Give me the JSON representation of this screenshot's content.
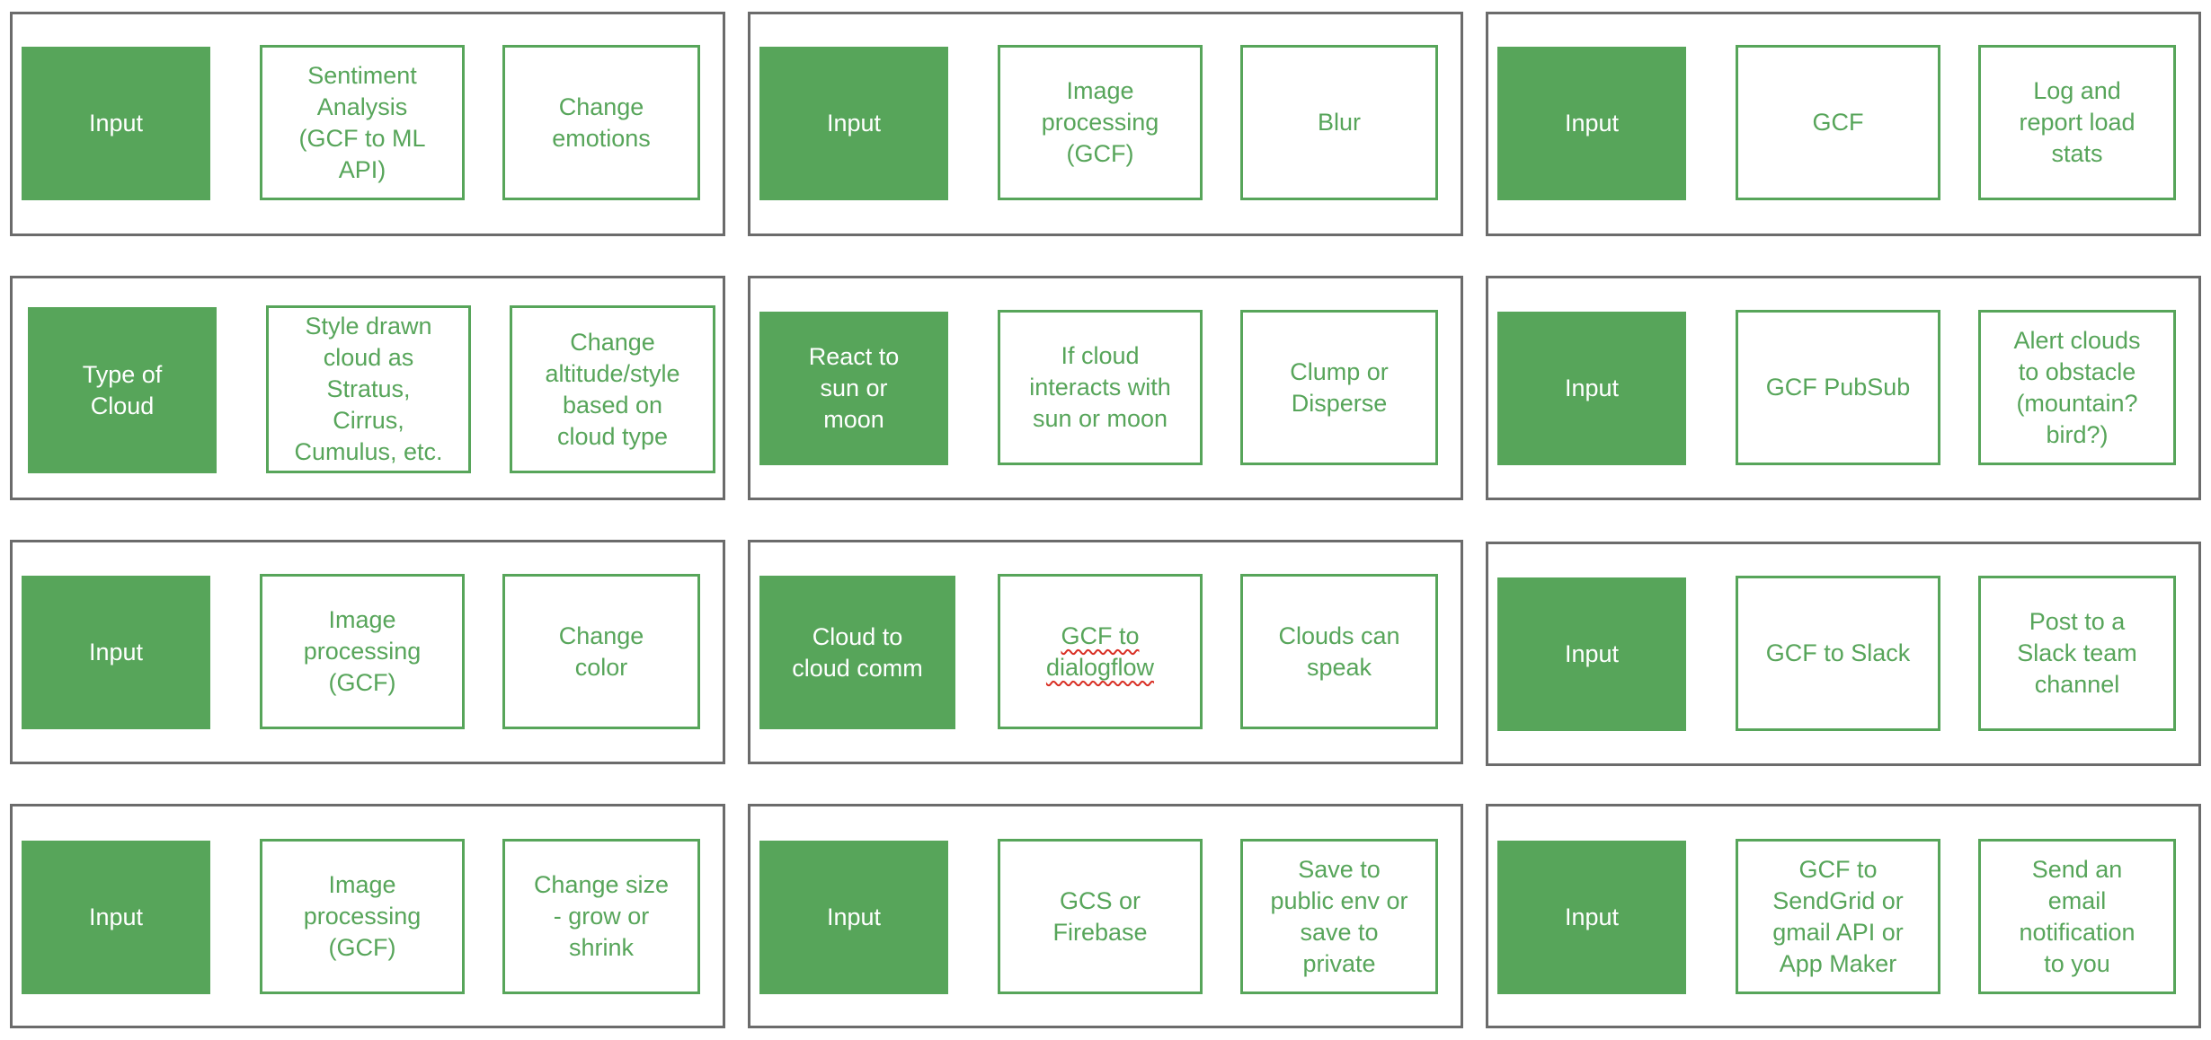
{
  "colors": {
    "accent": "#57a55a",
    "panel_border": "#6b6b6b",
    "node_text_on_fill": "#ffffff"
  },
  "panels": [
    {
      "nodes": [
        "Input",
        "Sentiment\nAnalysis\n(GCF to ML\nAPI)",
        "Change\nemotions"
      ]
    },
    {
      "nodes": [
        "Input",
        "Image\nprocessing\n(GCF)",
        "Blur"
      ]
    },
    {
      "nodes": [
        "Input",
        "GCF",
        "Log and\nreport load\nstats"
      ]
    },
    {
      "nodes": [
        "Type of\nCloud",
        "Style drawn\ncloud as\nStratus,\nCirrus,\nCumulus, etc.",
        "Change\naltitude/style\nbased on\ncloud type"
      ]
    },
    {
      "nodes": [
        "React to\nsun or\nmoon",
        "If cloud\ninteracts with\nsun or moon",
        "Clump or\nDisperse"
      ]
    },
    {
      "nodes": [
        "Input",
        "GCF PubSub",
        "Alert clouds\nto obstacle\n(mountain?\nbird?)"
      ]
    },
    {
      "nodes": [
        "Input",
        "Image\nprocessing\n(GCF)",
        "Change\ncolor"
      ]
    },
    {
      "nodes": [
        "Cloud to\ncloud comm",
        "GCF to\ndialogflow",
        "Clouds can\nspeak"
      ]
    },
    {
      "nodes": [
        "Input",
        "GCF to Slack",
        "Post to a\nSlack team\nchannel"
      ]
    },
    {
      "nodes": [
        "Input",
        "Image\nprocessing\n(GCF)",
        "Change size\n- grow or\nshrink"
      ]
    },
    {
      "nodes": [
        "Input",
        "GCS or\nFirebase",
        "Save to\npublic env or\nsave to\nprivate"
      ]
    },
    {
      "nodes": [
        "Input",
        "GCF to\nSendGrid or\ngmail API or\nApp Maker",
        "Send an\nemail\nnotification\nto you"
      ]
    }
  ]
}
